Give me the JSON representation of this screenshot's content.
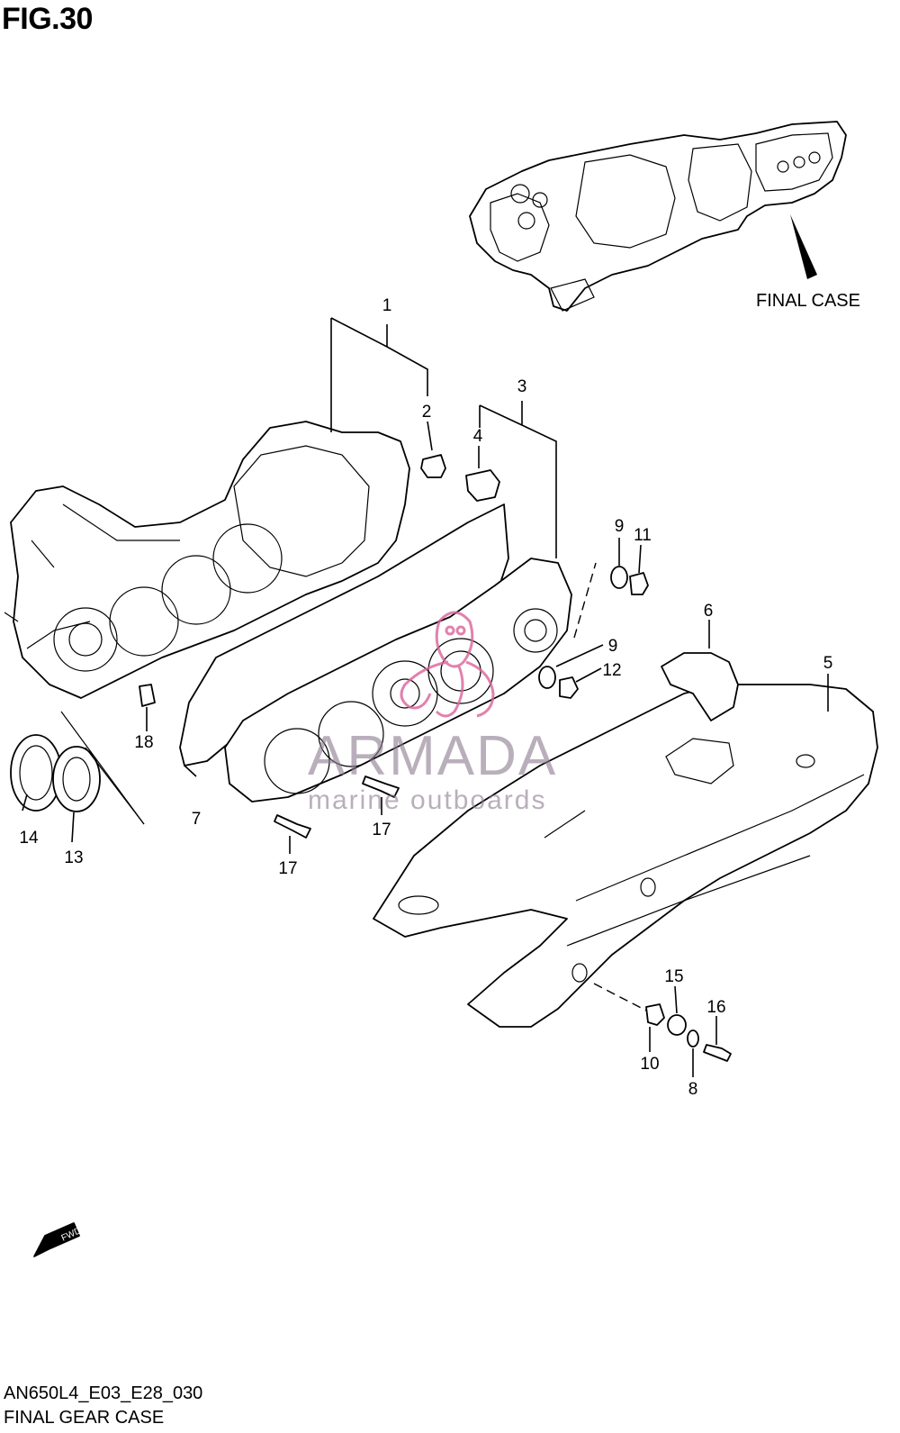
{
  "figure": {
    "title": "FIG.30",
    "assembly_label": "FINAL CASE",
    "fwd_label": "FWD",
    "watermark_brand": "ARMADA",
    "watermark_tagline": "marine outboards",
    "drawing_code": "AN650L4_E03_E28_030",
    "drawing_name": "FINAL GEAR CASE"
  },
  "callouts": [
    "1",
    "2",
    "3",
    "4",
    "5",
    "6",
    "7",
    "8",
    "9",
    "9",
    "10",
    "11",
    "12",
    "13",
    "14",
    "15",
    "16",
    "17",
    "17",
    "18"
  ]
}
